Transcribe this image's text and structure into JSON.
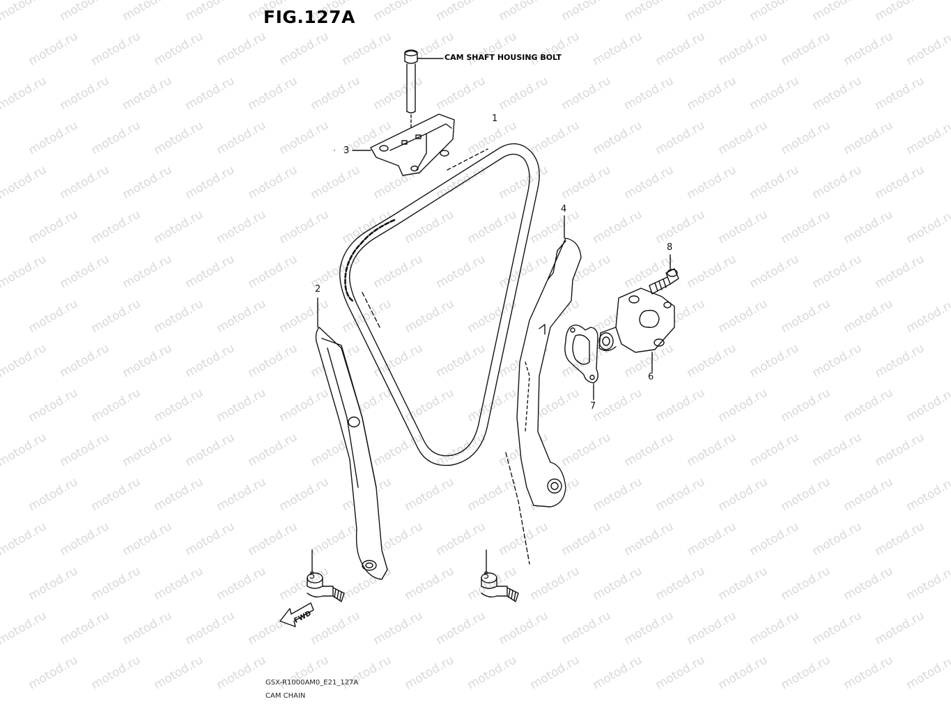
{
  "header": {
    "title": "FIG.127A"
  },
  "callout": {
    "label": "CAM SHAFT HOUSING BOLT"
  },
  "footer": {
    "code": "GSX-R1000AM0_E21_127A",
    "subtitle": "CAM CHAIN"
  },
  "watermark": {
    "text": "motod.ru"
  },
  "fwd_label": "FWD",
  "parts": {
    "p1": "1",
    "p2": "2",
    "p3": "3",
    "p4": "4",
    "p5a": "5",
    "p5b": "5",
    "p6": "6",
    "p7": "7",
    "p8": "8"
  }
}
